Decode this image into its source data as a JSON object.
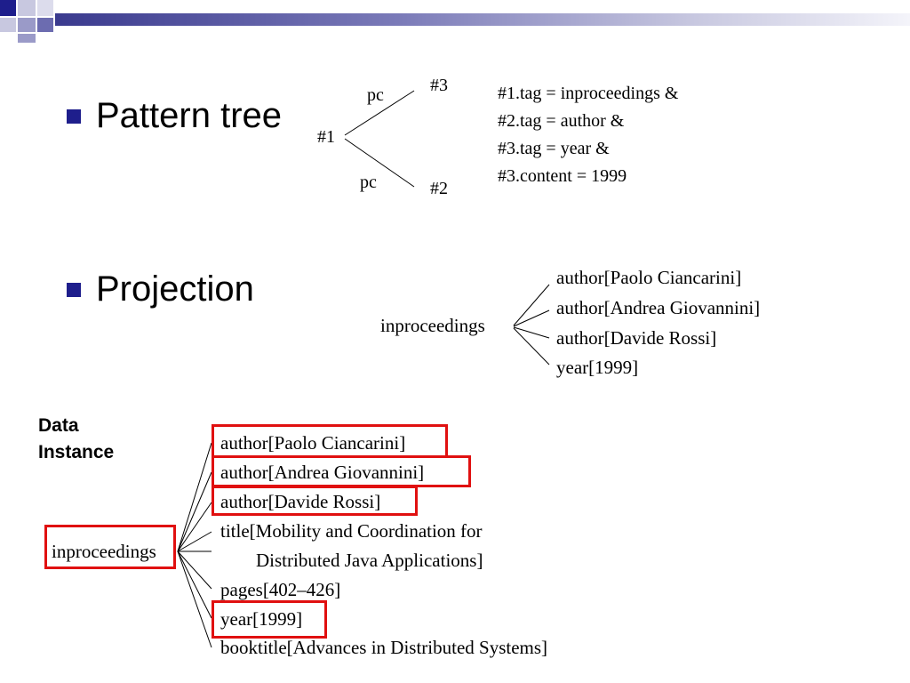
{
  "header": {
    "accent_color": "#1e1e8c",
    "stripe_color": "#3a3a8e"
  },
  "bullets": {
    "pattern_tree": "Pattern tree",
    "projection": "Projection"
  },
  "pattern_tree": {
    "root": "#1",
    "child_top": "#3",
    "child_bottom": "#2",
    "edge_top": "pc",
    "edge_bottom": "pc",
    "conditions": [
      "#1.tag = inproceedings &",
      "#2.tag = author &",
      "#3.tag = year &",
      "#3.content = 1999"
    ]
  },
  "projection": {
    "root": "inproceedings",
    "children": [
      "author[Paolo Ciancarini]",
      "author[Andrea Giovannini]",
      "author[Davide Rossi]",
      "year[1999]"
    ]
  },
  "data_instance": {
    "label_line1": "Data",
    "label_line2": "Instance",
    "root": "inproceedings",
    "children": [
      "author[Paolo Ciancarini]",
      "author[Andrea Giovannini]",
      "author[Davide Rossi]",
      "title[Mobility and Coordination for",
      "Distributed Java Applications]",
      "pages[402–426]",
      "year[1999]",
      "booktitle[Advances in Distributed Systems]"
    ],
    "highlight_color": "#e01010"
  }
}
